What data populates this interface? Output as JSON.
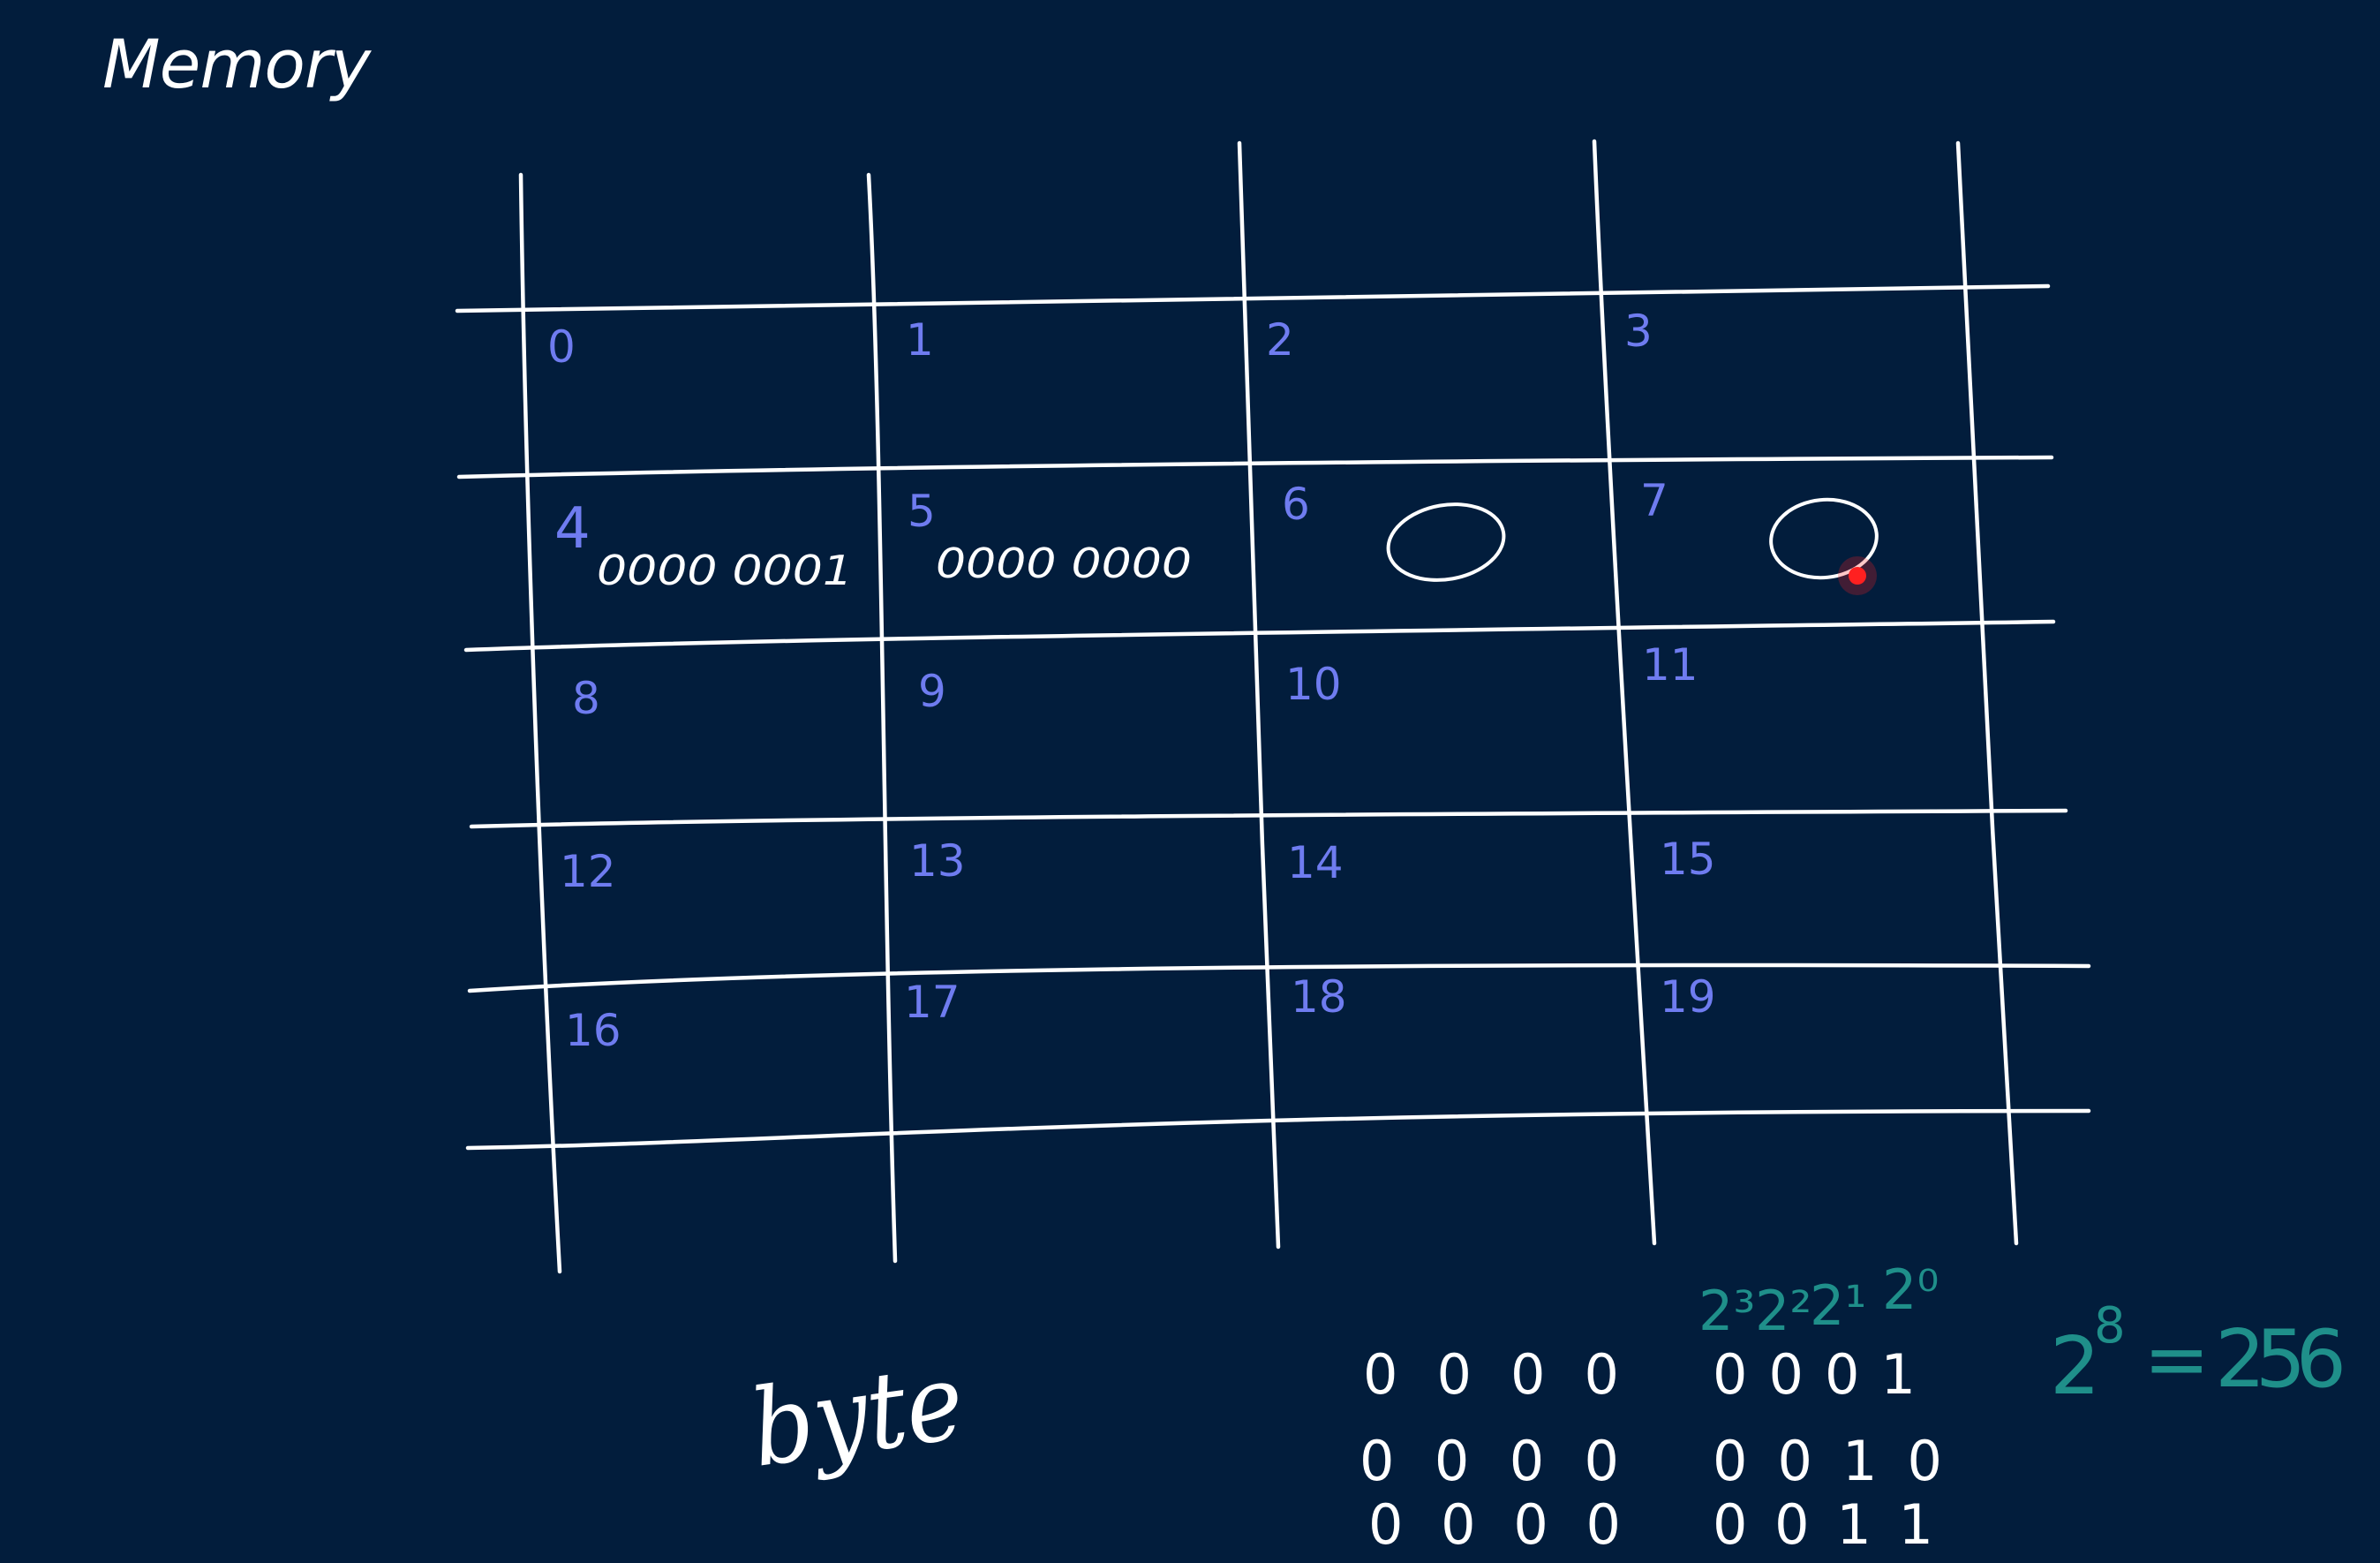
{
  "slide": {
    "title": "Memory"
  },
  "memory_cells": [
    "0",
    "1",
    "2",
    "3",
    "4",
    "5",
    "6",
    "7",
    "8",
    "9",
    "10",
    "11",
    "12",
    "13",
    "14",
    "15",
    "16",
    "17",
    "18",
    "19"
  ],
  "cell_contents": {
    "cell_4": "0000 0001",
    "cell_5": "0000 0000",
    "cell_6": "0",
    "cell_7": "0"
  },
  "notes": {
    "byte_label": "byte",
    "powers_header": [
      "2³",
      "2²",
      "2¹",
      "2⁰"
    ],
    "binary_rows": [
      [
        "0000",
        "0001"
      ],
      [
        "0000",
        "0010"
      ],
      [
        "0000",
        "0011"
      ]
    ],
    "power_formula_base": "2",
    "power_formula_exponent": "8",
    "power_formula_rest": "= 256"
  },
  "colors": {
    "background": "#021d3c",
    "chalk_white": "#ffffff",
    "chalk_blue": "#6f7cf0",
    "chalk_teal": "#1f8f8a",
    "pointer_red": "#ff2020"
  }
}
